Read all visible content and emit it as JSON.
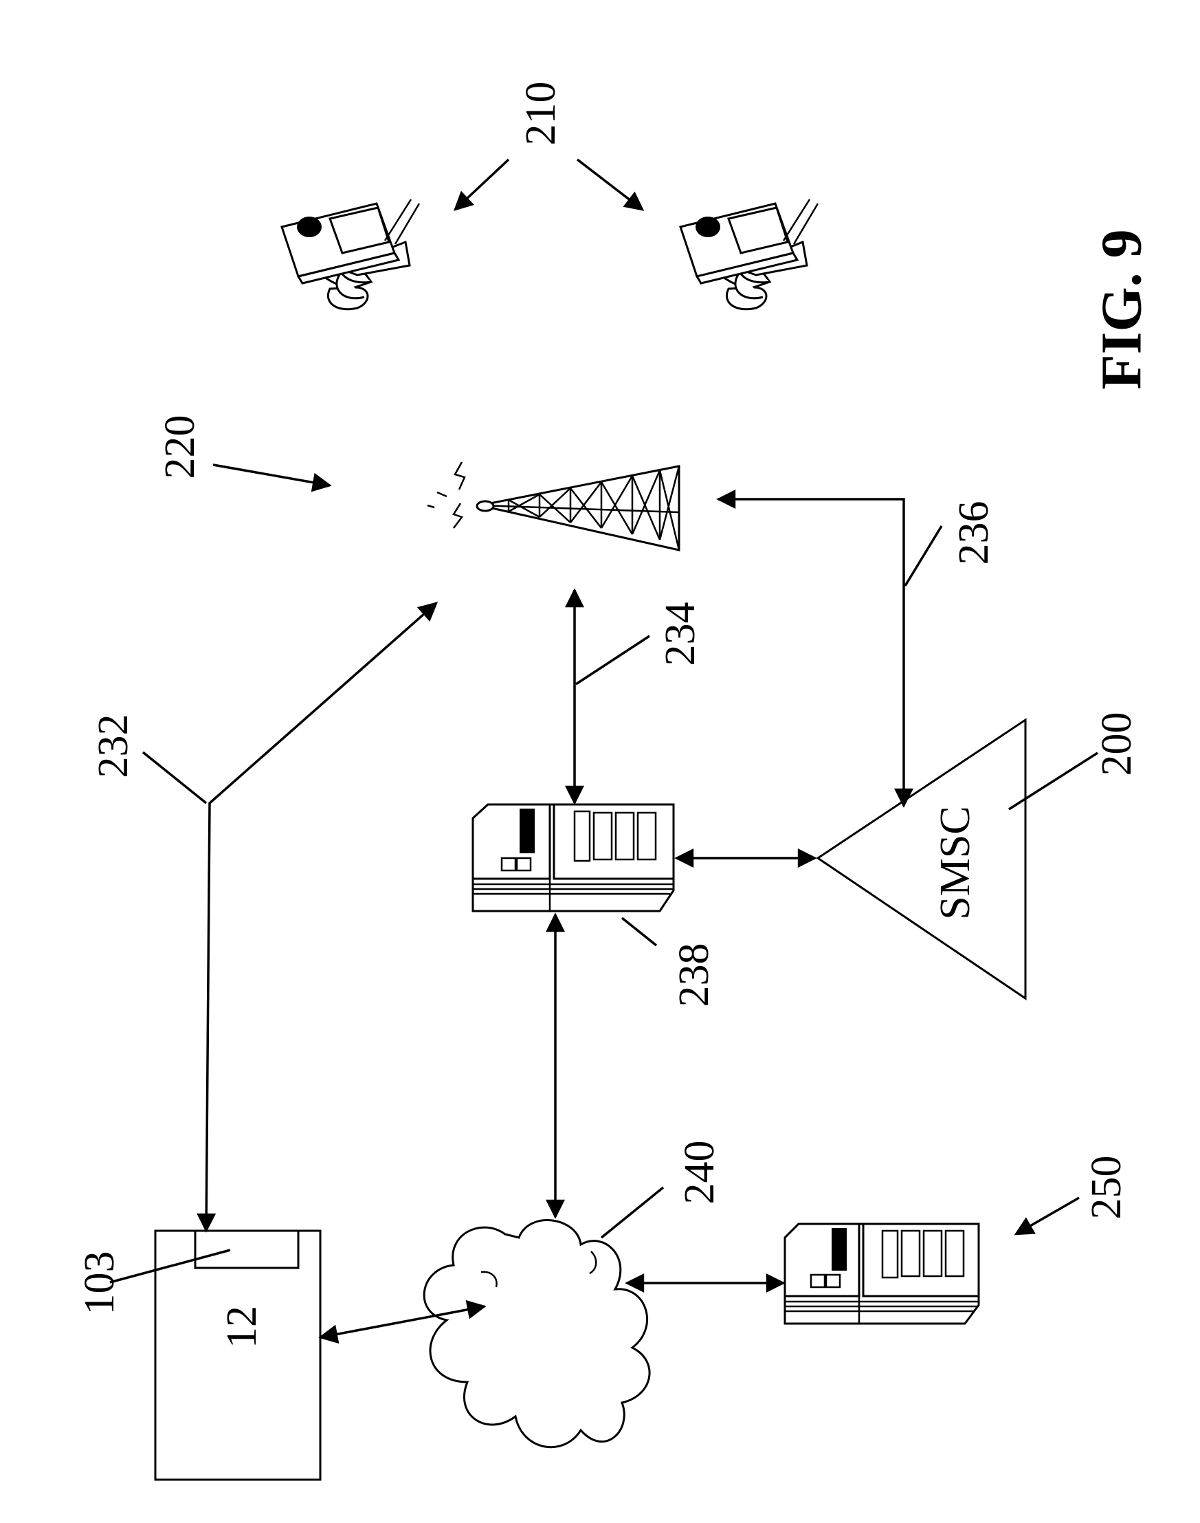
{
  "figure": {
    "caption": "FIG. 9",
    "smsc_text": "SMSC",
    "computer_text": "12",
    "refs": {
      "r103": "103",
      "r200": "200",
      "r210": "210",
      "r220": "220",
      "r232": "232",
      "r234": "234",
      "r236": "236",
      "r238": "238",
      "r240": "240",
      "r250": "250"
    }
  }
}
